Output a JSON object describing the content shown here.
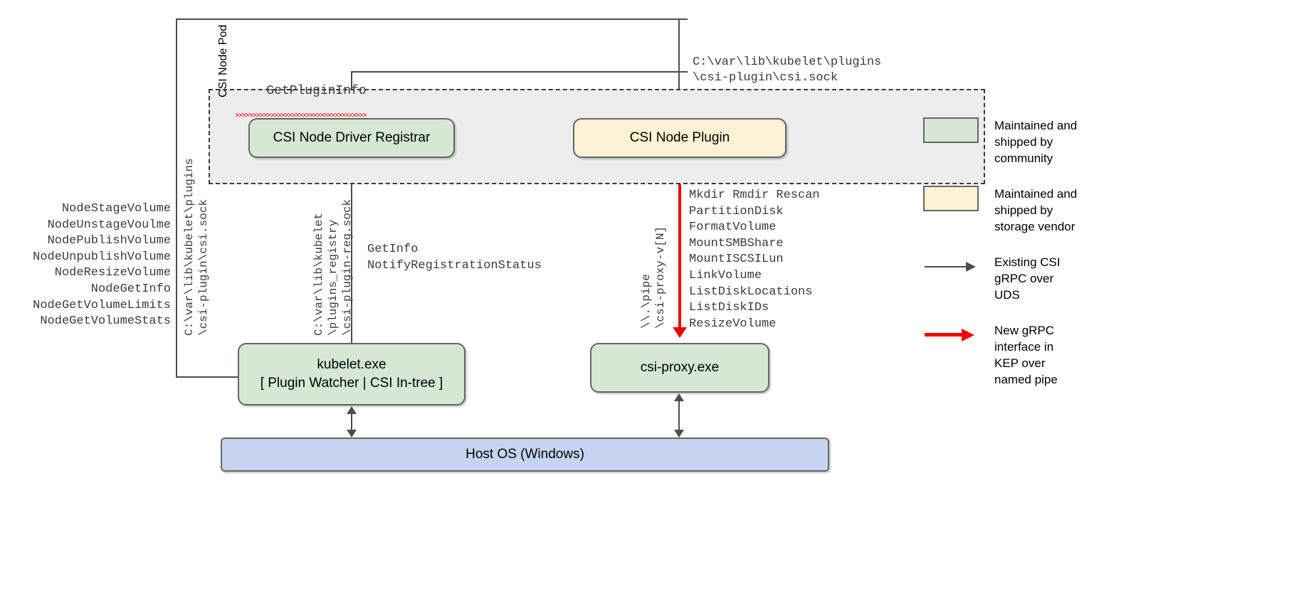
{
  "diagram": {
    "pod_label": "CSI Node Pod",
    "boxes": {
      "registrar": "CSI Node Driver Registrar",
      "node_plugin": "CSI Node Plugin",
      "kubelet_line1": "kubelet.exe",
      "kubelet_line2": "[ Plugin Watcher | CSI In-tree ]",
      "csi_proxy": "csi-proxy.exe",
      "host_os": "Host OS (Windows)"
    },
    "labels": {
      "get_plugin_info": "GetPluginInfo",
      "plugin_socket_path": "C:\\var\\lib\\kubelet\\plugins\n\\csi-plugin\\csi.sock",
      "node_ops": "NodeStageVolume\nNodeUnstageVoulme\nNodePublishVolume\nNodeUnpublishVolume\nNodeResizeVolume\nNodeGetInfo\nNodeGetVolumeLimits\nNodeGetVolumeStats",
      "kubelet_csi_socket": "C:\\var\\lib\\kubelet\\plugins\n\\csi-plugin\\csi.sock",
      "registry_socket_line1": "C:\\var\\lib\\kubelet",
      "registry_socket_line2": "\\plugins_registry",
      "registry_socket_line3": "\\csi-plugin-reg.sock",
      "registrar_ops": "GetInfo\nNotifyRegistrationStatus",
      "named_pipe_line1": "\\\\.\\pipe",
      "named_pipe_line2": "\\csi-proxy-v[N]",
      "proxy_ops": "Mkdir Rmdir Rescan\nPartitionDisk\nFormatVolume\nMountSMBShare\nMountISCSILun\nLinkVolume\nListDiskLocations\nListDiskIDs\nResizeVolume"
    },
    "legend": [
      {
        "kind": "swatch",
        "color": "#d5e8d4",
        "text": "Maintained and\nshipped by\ncommunity"
      },
      {
        "kind": "swatch",
        "color": "#fdf2d3",
        "text": "Maintained and\nshipped by\nstorage vendor"
      },
      {
        "kind": "arrow",
        "color": "#4d4d4d",
        "text": "Existing CSI\ngRPC over\nUDS"
      },
      {
        "kind": "arrow-red",
        "color": "#f50000",
        "text": "New gRPC\ninterface in\nKEP over\nnamed pipe"
      }
    ]
  },
  "colors": {
    "community_green": "#d5e8d4",
    "vendor_yellow": "#fdf2d3",
    "host_blue": "#c6d4ef",
    "pod_bg": "#ededed",
    "line_grey": "#4d4d4d",
    "new_grpc_red": "#f50000"
  }
}
